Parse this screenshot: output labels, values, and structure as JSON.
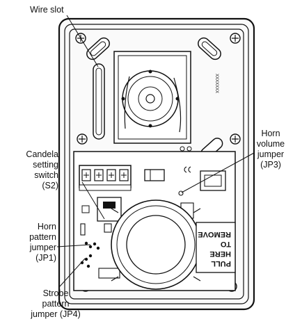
{
  "labels": {
    "wire_slot": "Wire slot",
    "candela": [
      "Candela",
      "setting",
      "switch",
      "(S2)"
    ],
    "horn_pattern": [
      "Horn",
      "pattern",
      "jumper",
      "(JP1)"
    ],
    "strobe_pattern": [
      "Strobe",
      "pattern",
      "jumper (JP4)"
    ],
    "horn_volume": [
      "Horn",
      "volume",
      "jumper",
      "(JP3)"
    ]
  },
  "device_text": {
    "pull_tab": [
      "PULL",
      "HERE",
      "TO",
      "REMOVE"
    ]
  }
}
